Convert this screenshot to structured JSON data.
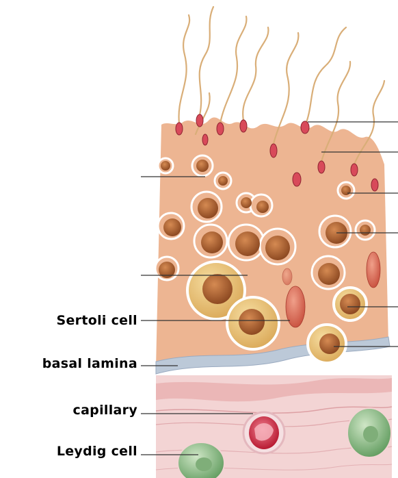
{
  "labels": {
    "sertoli_cell": "Sertoli cell",
    "basal_lamina": "basal lamina",
    "capillary": "capillary",
    "leydig_cell": "Leydig cell"
  },
  "colors": {
    "sertoli_cytoplasm": "#EDB592",
    "basal_lamina": "#B9C7D6",
    "connective_tissue": "#F2CFCF",
    "capillary_red": "#D0243A",
    "leydig_green": "#8FBF8A",
    "spermatocyte_yellow": "#E9C27A",
    "nucleus_brown": "#A65A2E",
    "leader_line": "#333333"
  }
}
